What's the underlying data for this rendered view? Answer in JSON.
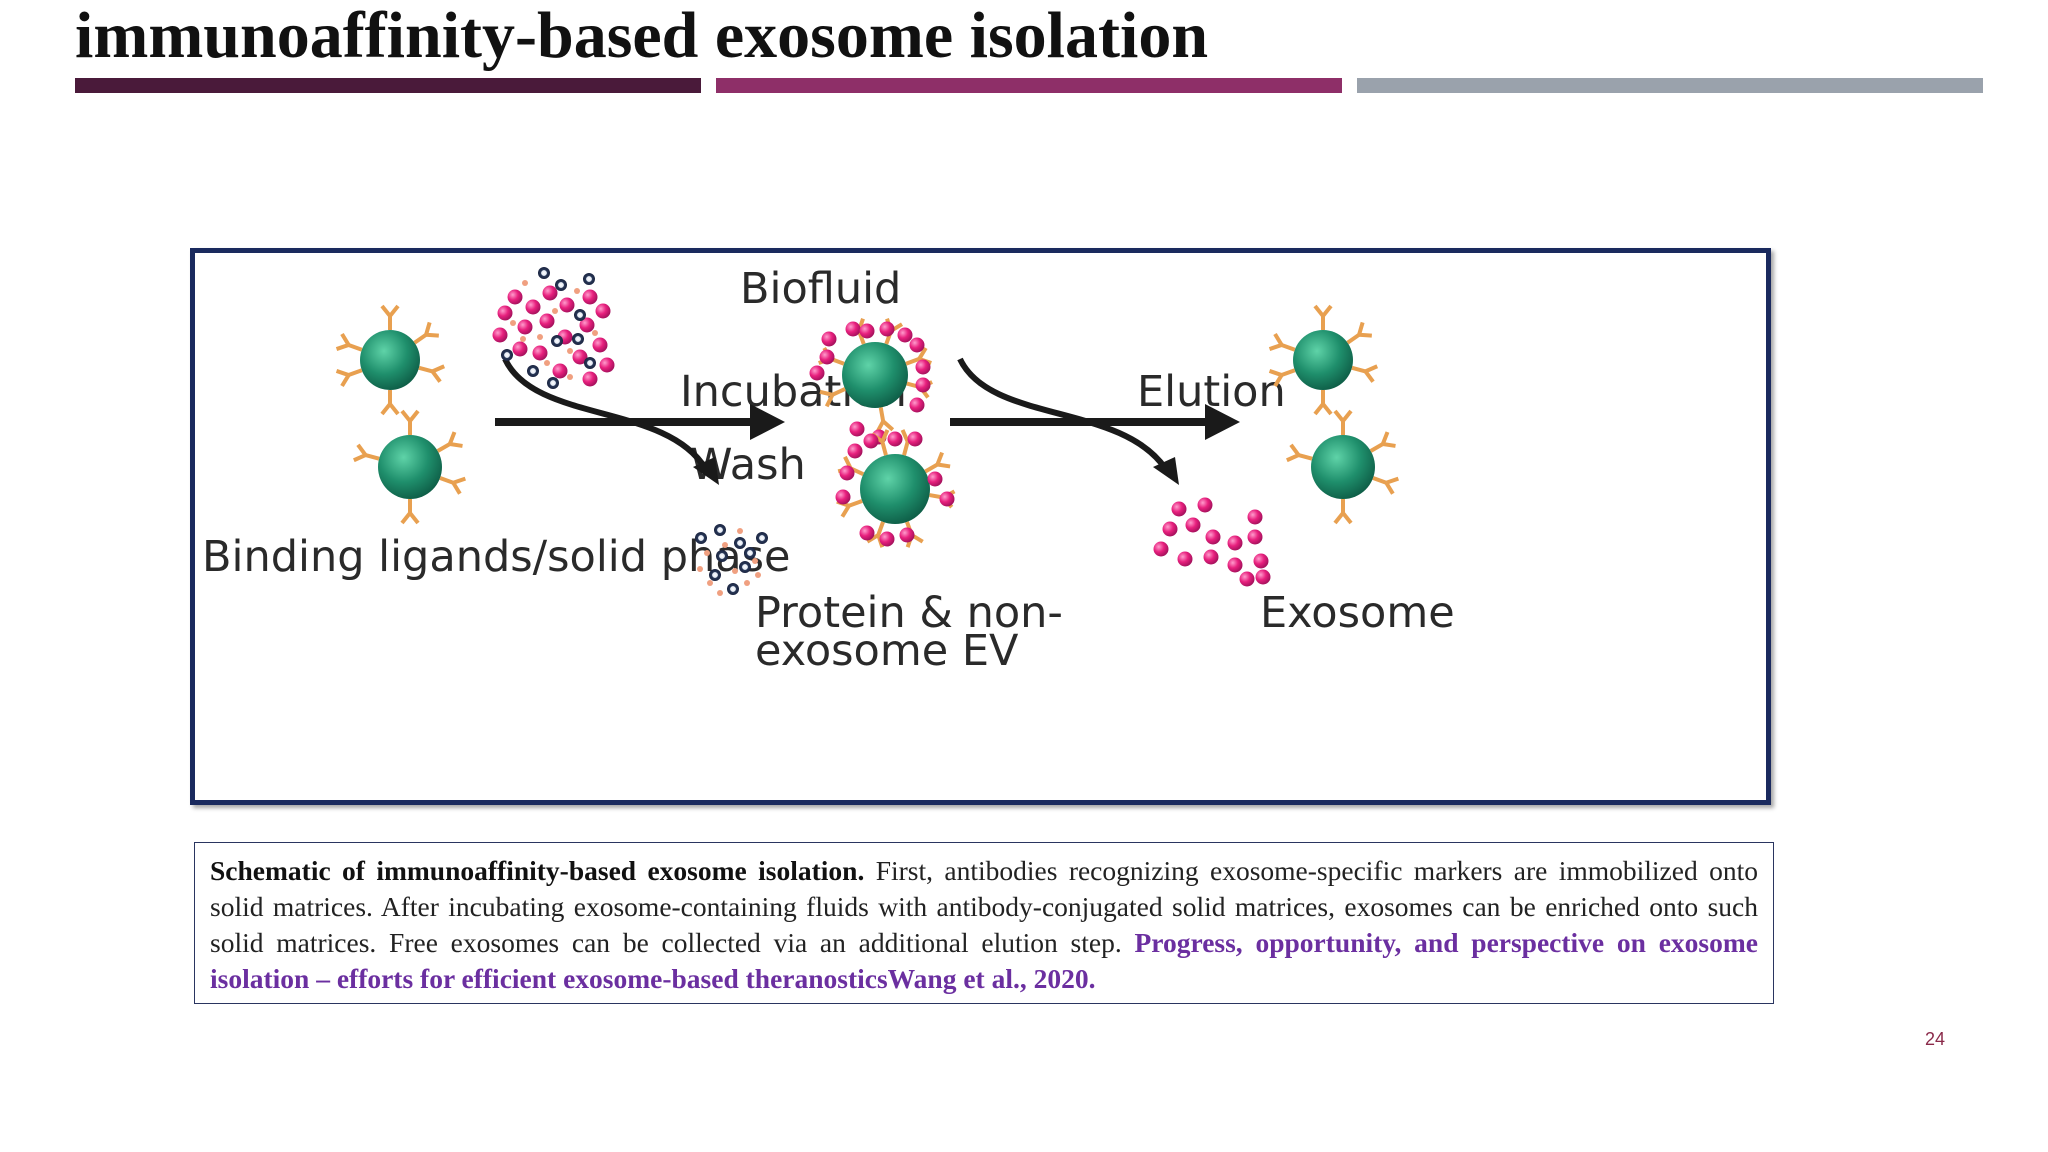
{
  "slide": {
    "title": "immunoaffinity-based exosome isolation",
    "page_number": "24",
    "accent_colors": [
      "#4a1a3a",
      "#8e2f68",
      "#9aa2ac"
    ]
  },
  "figure": {
    "labels": {
      "biofluid": "Biofluid",
      "incubation": "Incubation",
      "wash": "Wash",
      "binding": "Binding ligands/solid phase",
      "protein_line1": "Protein & non-",
      "protein_line2": "exosome EV",
      "elution": "Elution",
      "exosome": "Exosome"
    },
    "colors": {
      "bead": "#1f8f6c",
      "antibody": "#e8a050",
      "exosome": "#e8207e",
      "protein": "#2a3a5a",
      "border": "#1a2a5e"
    }
  },
  "caption": {
    "bold_lead": "Schematic of immunoaffinity-based exosome isolation.",
    "body": " First, antibodies recognizing exosome-specific markers are immobilized onto solid matrices. After incubating exosome-containing fluids with antibody-conjugated solid matrices, exosomes can be enriched onto such solid matrices. Free exosomes can be collected via an additional elution step. ",
    "reference": "Progress, opportunity, and perspective on exosome isolation – efforts for efficient exosome-based theranosticsWang et al., 2020."
  }
}
